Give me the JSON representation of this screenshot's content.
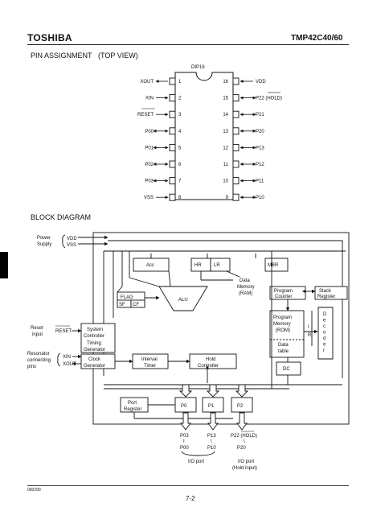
{
  "header": {
    "brand": "TOSHIBA",
    "part": "TMP42C40/60"
  },
  "pin_section": {
    "title": "PIN ASSIGNMENT",
    "subtitle": "(TOP VIEW)",
    "package": "DIP16",
    "left_pins": [
      {
        "name": "XOUT",
        "num": "1",
        "dir": "out"
      },
      {
        "name": "XIN",
        "num": "2",
        "dir": "in"
      },
      {
        "name": "RESET",
        "num": "3",
        "dir": "in"
      },
      {
        "name": "P00",
        "num": "4",
        "dir": "bi"
      },
      {
        "name": "P01",
        "num": "5",
        "dir": "bi"
      },
      {
        "name": "P02",
        "num": "6",
        "dir": "bi"
      },
      {
        "name": "P03",
        "num": "7",
        "dir": "bi"
      },
      {
        "name": "VSS",
        "num": "8",
        "dir": "in"
      }
    ],
    "right_pins": [
      {
        "name": "VDD",
        "num": "16",
        "dir": "in"
      },
      {
        "name": "P22 (HOLD)",
        "num": "15",
        "dir": "bi"
      },
      {
        "name": "P21",
        "num": "14",
        "dir": "bi"
      },
      {
        "name": "P20",
        "num": "13",
        "dir": "bi"
      },
      {
        "name": "P13",
        "num": "12",
        "dir": "bi"
      },
      {
        "name": "P12",
        "num": "11",
        "dir": "bi"
      },
      {
        "name": "P11",
        "num": "10",
        "dir": "bi"
      },
      {
        "name": "P10",
        "num": "9",
        "dir": "bi"
      }
    ]
  },
  "block_section": {
    "title": "BLOCK DIAGRAM",
    "power_label_1": "Power",
    "power_label_2": "Supply",
    "vdd": "VDD",
    "vss": "VSS",
    "reset_label_1": "Reset",
    "reset_label_2": "input",
    "reset_pin": "RESET",
    "resonator_1": "Resonator",
    "resonator_2": "connecting",
    "resonator_3": "pins",
    "xin": "XIN",
    "xout": "XOUT",
    "blocks": {
      "acc": "Acc",
      "hr": "HR",
      "lr": "LR",
      "mbr": "MBR",
      "flag": "FLAG",
      "sf": "SF",
      "cf": "CF",
      "alu": "ALU",
      "ram_1": "Data",
      "ram_2": "Memory",
      "ram_3": "(RAM)",
      "pc_1": "Program",
      "pc_2": "Counter",
      "stack_1": "Stack",
      "stack_2": "Register",
      "sys_1": "System",
      "sys_2": "Controller",
      "tim_1": "Timing",
      "tim_2": "Generator",
      "clk_1": "Clock",
      "clk_2": "Generator",
      "itimer_1": "Interval",
      "itimer_2": "Timer",
      "hold_1": "Hold",
      "hold_2": "Controller",
      "rom_1": "Program",
      "rom_2": "Memory",
      "rom_3": "(ROM)",
      "dt_1": "Data",
      "dt_2": "table",
      "ir_1": "I",
      "ir_2": "R",
      "decoder": [
        "D",
        "e",
        "c",
        "o",
        "d",
        "e",
        "r"
      ],
      "dc": "DC",
      "portreg_1": "Port",
      "portreg_2": "Register",
      "p0": "P0",
      "p1": "P1",
      "p2": "P2"
    },
    "port_labels": {
      "p03": "P03",
      "p00": "P00",
      "p13": "P13",
      "p10": "P10",
      "p22": "P22 (HOLD)",
      "p20": "P20",
      "tick": "I",
      "backslash": "\\",
      "io_port": "I/O port",
      "io_port2": "I/O port",
      "hold_input": "(Hold input)"
    }
  },
  "footer": {
    "code": "090290",
    "page": "7-2"
  }
}
